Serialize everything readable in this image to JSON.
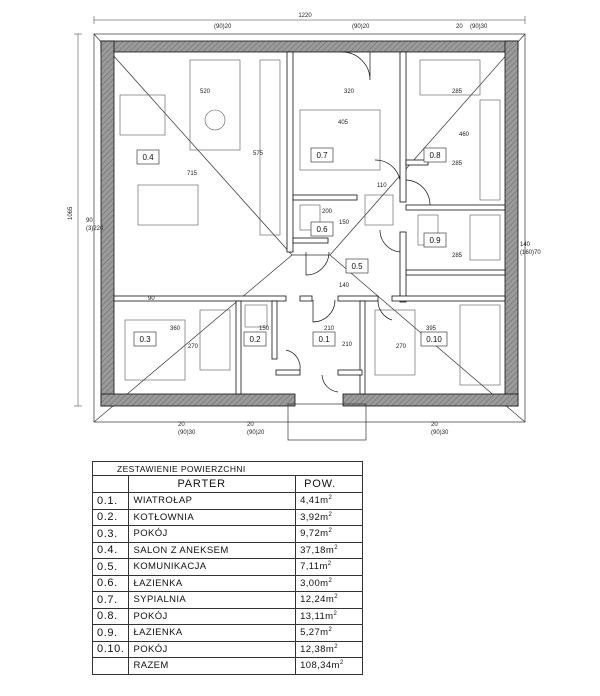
{
  "plan": {
    "overall_dimension": "1220",
    "top_marks": [
      "(90)20",
      "(90)20",
      "20",
      "(90)30"
    ],
    "left_marks": [
      "1065",
      "90",
      "(3)220"
    ],
    "right_marks": [
      "140",
      "(160)70"
    ],
    "bottom_marks": [
      "20",
      "(90)30",
      "20",
      "(90)20",
      "20",
      "(90)30"
    ],
    "sill_mark": "90",
    "interior_dims": [
      "520",
      "715",
      "575",
      "320",
      "405",
      "285",
      "460",
      "285",
      "200",
      "150",
      "110",
      "140",
      "285",
      "360",
      "270",
      "150",
      "210",
      "210",
      "270",
      "395"
    ],
    "rooms": [
      {
        "id": "0.1"
      },
      {
        "id": "0.2"
      },
      {
        "id": "0.3"
      },
      {
        "id": "0.4"
      },
      {
        "id": "0.5"
      },
      {
        "id": "0.6"
      },
      {
        "id": "0.7"
      },
      {
        "id": "0.8"
      },
      {
        "id": "0.9"
      },
      {
        "id": "0.10"
      }
    ]
  },
  "schedule": {
    "title": "ZESTAWIENIE POWIERZCHNI",
    "header": {
      "floor": "PARTER",
      "area": "POW."
    },
    "unit": "m",
    "unit_exp": "2",
    "rows": [
      {
        "no": "0.1.",
        "name": "WIATROŁAP",
        "area": "4,41"
      },
      {
        "no": "0.2.",
        "name": "KOTŁOWNIA",
        "area": "3,92"
      },
      {
        "no": "0.3.",
        "name": "POKÓJ",
        "area": "9,72"
      },
      {
        "no": "0.4.",
        "name": "SALON Z ANEKSEM",
        "area": "37,18"
      },
      {
        "no": "0.5.",
        "name": "KOMUNIKACJA",
        "area": "7,11"
      },
      {
        "no": "0.6.",
        "name": "ŁAZIENKA",
        "area": "3,00"
      },
      {
        "no": "0.7.",
        "name": "SYPIALNIA",
        "area": "12,24"
      },
      {
        "no": "0.8.",
        "name": "POKÓJ",
        "area": "13,11"
      },
      {
        "no": "0.9.",
        "name": "ŁAZIENKA",
        "area": "5,27"
      },
      {
        "no": "0.10.",
        "name": "POKÓJ",
        "area": "12,38"
      }
    ],
    "total": {
      "label": "RAZEM",
      "area": "108,34"
    }
  }
}
